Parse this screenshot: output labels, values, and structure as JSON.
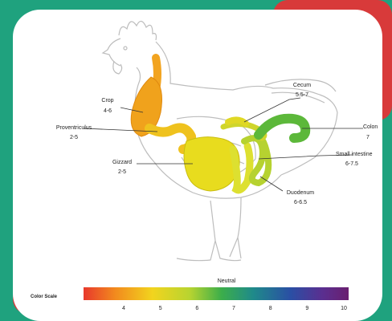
{
  "labels": {
    "crop": {
      "name": "Crop",
      "ph": "4-6"
    },
    "proventriculus": {
      "name": "Proventriculus",
      "ph": "2-5"
    },
    "gizzard": {
      "name": "Gizzard",
      "ph": "2-5"
    },
    "cecum": {
      "name": "Cecum",
      "ph": "5.5-7"
    },
    "colon": {
      "name": "Colon",
      "ph": "7"
    },
    "small_intestine": {
      "name": "Small intestine",
      "ph": "6-7.5"
    },
    "duodenum": {
      "name": "Duodenum",
      "ph": "6-6.5"
    }
  },
  "scale": {
    "title": "Color Scale",
    "neutral_label": "Neutral",
    "ticks": [
      "4",
      "5",
      "6",
      "7",
      "8",
      "9",
      "10"
    ]
  },
  "colors": {
    "background": "#1fa27e",
    "accent": "#d83a3a",
    "crop": "#f0a21c",
    "gizzard": "#e8dc1e",
    "cecum": "#b6d230",
    "colon": "#5cb83a"
  }
}
